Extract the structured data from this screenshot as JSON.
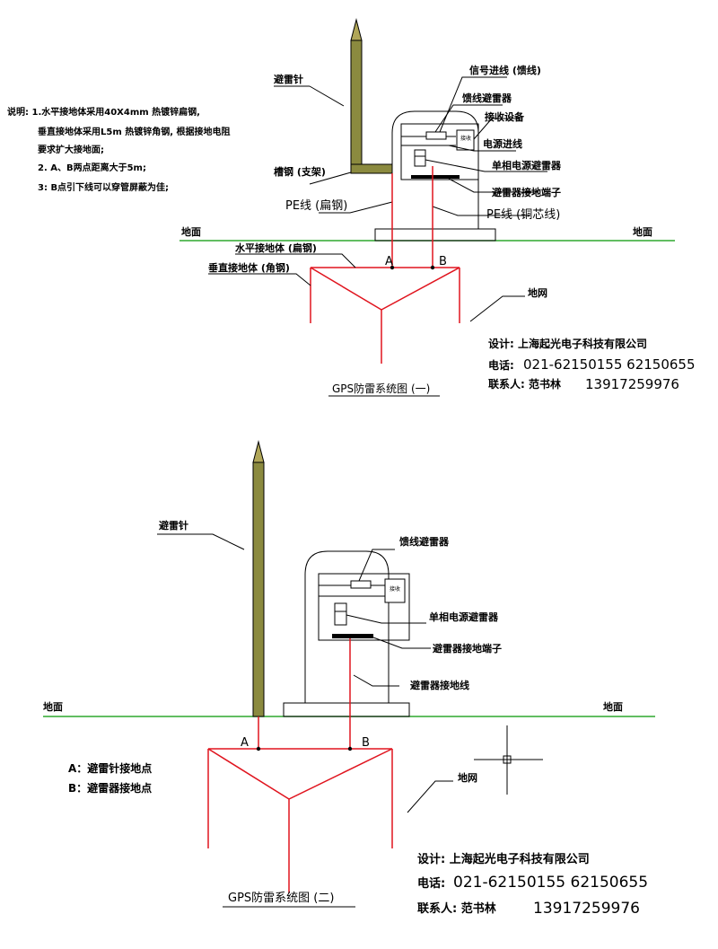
{
  "colors": {
    "ground_line": "#2fa82f",
    "grounding_wire": "#e0141e",
    "rod": "#8b8a3f",
    "outline": "#000000"
  },
  "diagram1": {
    "notes": [
      "说明: 1.水平接地体采用40X4mm 热镀锌扁钢,",
      "垂直接地体采用L5m 热镀锌角钢, 根据接地电阻",
      "要求扩大接地面;",
      "2. A、B两点距离大于5m;",
      "3: B点引下线可以穿管屏蔽为佳;"
    ],
    "labels": {
      "lightning_rod": "避雷针",
      "signal_line": "信号进线 (馈线)",
      "feeder_arrester": "馈线避雷器",
      "receiver": "接收设备",
      "power_in": "电源进线",
      "single_phase_arrester": "单相电源避雷器",
      "arrester_terminal": "避雷器接地端子",
      "pe_line_copper": "PE线 (铜芯线)",
      "channel_steel": "槽钢 (支架)",
      "pe_line_flat": "PE线 (扁钢)",
      "ground_left": "地面",
      "ground_right": "地面",
      "horizontal_electrode": "水平接地体 (扁钢)",
      "vertical_electrode": "垂直接地体 (角钢)",
      "point_a": "A",
      "point_b": "B",
      "ground_grid": "地网",
      "box_text": "接收"
    },
    "title": "GPS防雷系统图 (一)",
    "contact": {
      "design": "设计: 上海起光电子科技有限公司",
      "phone_label": "电话:",
      "phone": "021-62150155 62150655",
      "person_label": "联系人: 范书林",
      "mobile": "13917259976"
    }
  },
  "diagram2": {
    "labels": {
      "lightning_rod": "避雷针",
      "feeder_arrester": "馈线避雷器",
      "single_phase_arrester": "单相电源避雷器",
      "arrester_terminal": "避雷器接地端子",
      "arrester_ground_wire": "避雷器接地线",
      "ground_left": "地面",
      "ground_right": "地面",
      "point_a": "A",
      "point_b": "B",
      "ground_grid": "地网",
      "box_text": "接收"
    },
    "legend": [
      "A：避雷针接地点",
      "B：避雷器接地点"
    ],
    "title": "GPS防雷系统图 (二)",
    "contact": {
      "design": "设计: 上海起光电子科技有限公司",
      "phone_label": "电话:",
      "phone": "021-62150155 62150655",
      "person_label": "联系人: 范书林",
      "mobile": "13917259976"
    }
  }
}
